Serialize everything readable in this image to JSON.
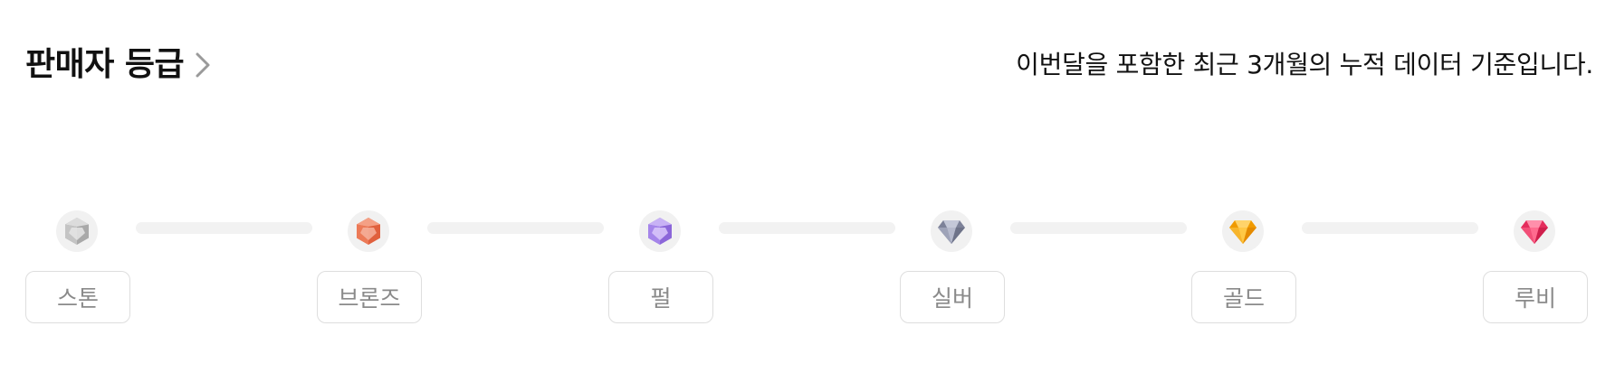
{
  "header": {
    "title": "판매자 등급",
    "note": "이번달을 포함한 최근 3개월의 누적 데이터 기준입니다."
  },
  "grades": [
    {
      "label": "스톤",
      "icon": "stone-gem-icon",
      "color": "#b0b0b0"
    },
    {
      "label": "브론즈",
      "icon": "bronze-gem-icon",
      "color": "#e8704f"
    },
    {
      "label": "펄",
      "icon": "pearl-gem-icon",
      "color": "#9b7be0"
    },
    {
      "label": "실버",
      "icon": "silver-gem-icon",
      "color": "#8c91a8"
    },
    {
      "label": "골드",
      "icon": "gold-gem-icon",
      "color": "#f6a60f"
    },
    {
      "label": "루비",
      "icon": "ruby-gem-icon",
      "color": "#f03f6a"
    }
  ]
}
